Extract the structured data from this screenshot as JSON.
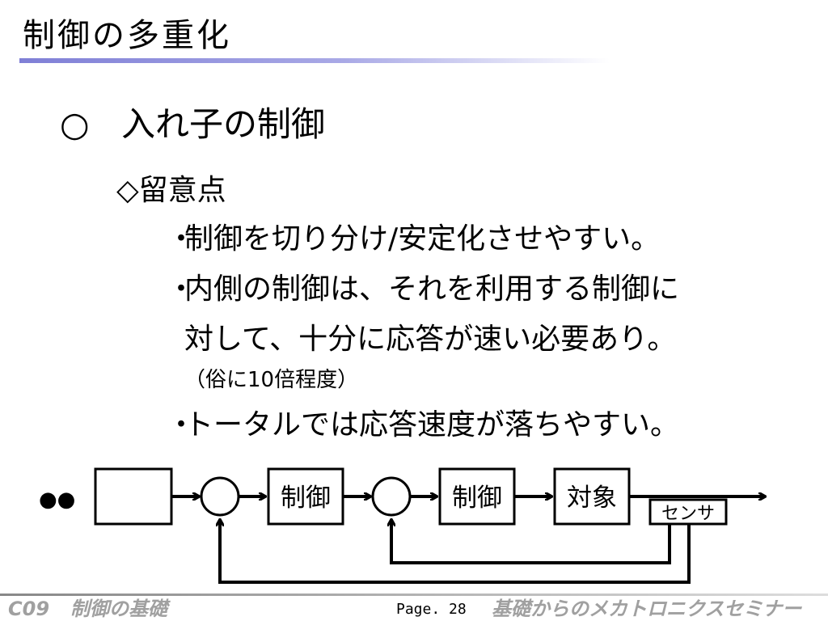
{
  "slide": {
    "title": "制御の多重化",
    "heading_marker": "○",
    "heading": "入れ子の制御",
    "subheading": "◇留意点",
    "bullet_marker": "・",
    "bullets": [
      "制御を切り分け/安定化させやすい。",
      "内側の制御は、それを利用する制御に",
      "対して、十分に応答が速い必要あり。",
      "トータルでは応答速度が落ちやすい。"
    ],
    "note": "（俗に10倍程度）"
  },
  "diagram": {
    "ellipsis": "●●",
    "outer_controller": "制御",
    "inner_controller": "制御",
    "plant": "対象",
    "sensor": "センサ"
  },
  "footer": {
    "left_code": "C09",
    "left_title": "制御の基礎",
    "page": "Page. 28",
    "right_title": "基礎からのメカトロニクスセミナー"
  }
}
